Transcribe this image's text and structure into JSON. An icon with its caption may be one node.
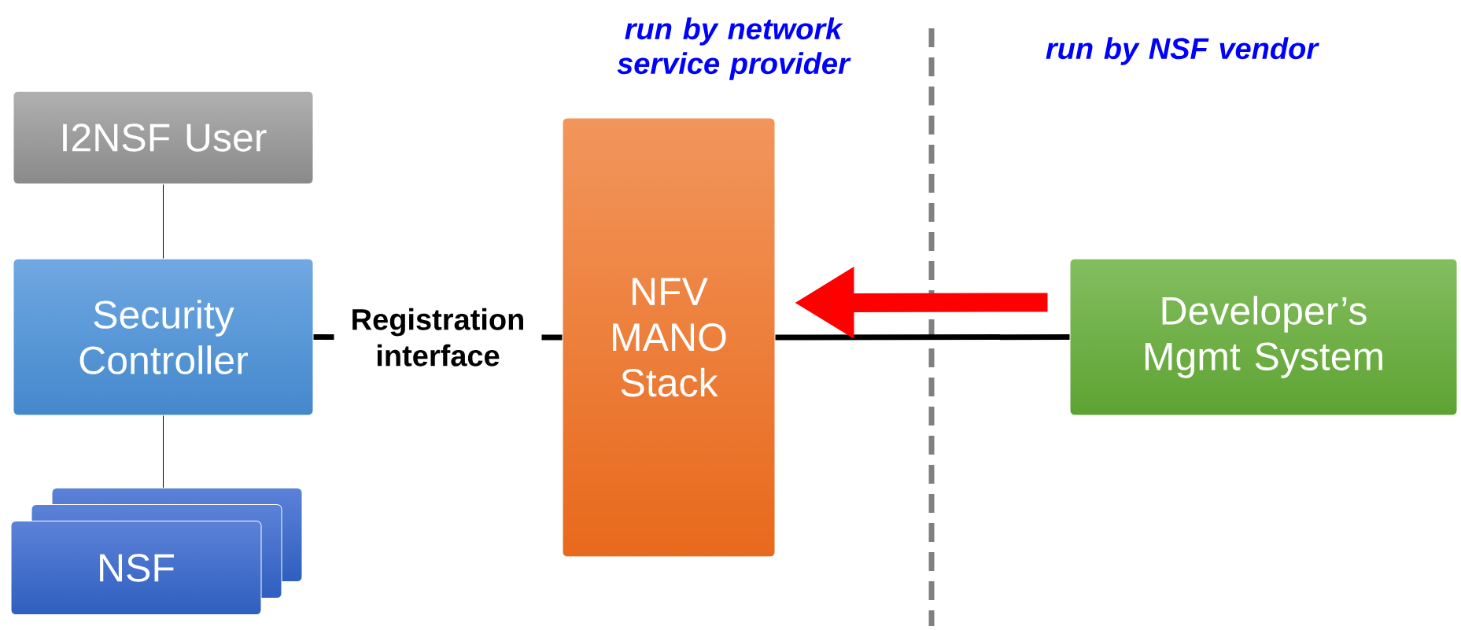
{
  "diagram": {
    "nodes": [
      {
        "text": [
          "I2NSF User"
        ]
      },
      {
        "text": [
          "Security Controller"
        ]
      },
      {
        "text": [
          "NSF"
        ]
      },
      {
        "text": [
          "NFV MANO Stack"
        ]
      },
      {
        "text": [
          "Developer’s Mgmt System"
        ]
      }
    ],
    "edges": [
      {
        "from": 0,
        "to": 1,
        "arrow": "none"
      },
      {
        "from": 1,
        "to": 2,
        "arrow": "none"
      },
      {
        "from": 1,
        "to": 3,
        "arrow": "none",
        "label": "Registration interface"
      },
      {
        "from": 3,
        "to": 4,
        "arrow": "none"
      },
      {
        "from": 4,
        "to": 3,
        "arrow": "to",
        "style": "thick",
        "color": "#ff0000"
      }
    ],
    "labels": [
      "run by network service provider",
      "run by NSF vendor"
    ]
  }
}
